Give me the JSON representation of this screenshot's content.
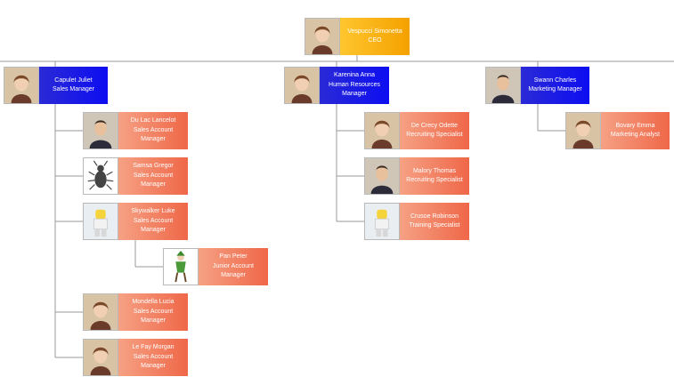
{
  "chart": {
    "nodes": [
      {
        "id": "ceo",
        "name": "Vespucci Simonetta",
        "title": "CEO",
        "role": "ceo",
        "icon": "woman-portrait-icon"
      },
      {
        "id": "capulet",
        "name": "Capulet Juliet",
        "title": "Sales Manager",
        "role": "manager",
        "icon": "woman-portrait-icon"
      },
      {
        "id": "karenina",
        "name": "Karenina Anna",
        "title": "Human Resources Manager",
        "role": "manager",
        "icon": "woman-portrait-icon"
      },
      {
        "id": "swann",
        "name": "Swann Charles",
        "title": "Marketing Manager",
        "role": "manager",
        "icon": "man-portrait-icon"
      },
      {
        "id": "dulac",
        "name": "Du Lac Lancelot",
        "title": "Sales Account Manager",
        "role": "staff",
        "icon": "man-portrait-icon"
      },
      {
        "id": "samsa",
        "name": "Samsa Gregor",
        "title": "Sales Account Manager",
        "role": "staff",
        "icon": "bug-icon"
      },
      {
        "id": "skywalker",
        "name": "Skywalker Luke",
        "title": "Sales Account Manager",
        "role": "staff",
        "icon": "toy-figure-icon"
      },
      {
        "id": "pan",
        "name": "Pan Peter",
        "title": "Junior Account Manager",
        "role": "staff",
        "icon": "boy-figure-icon"
      },
      {
        "id": "mondella",
        "name": "Mondella Lucia",
        "title": "Sales Account Manager",
        "role": "staff",
        "icon": "woman-portrait-icon"
      },
      {
        "id": "lefay",
        "name": "Le Fay Morgan",
        "title": "Sales Account Manager",
        "role": "staff",
        "icon": "woman-portrait-icon"
      },
      {
        "id": "decrecy",
        "name": "De Crecy Odette",
        "title": "Recruiting Specialist",
        "role": "staff",
        "icon": "woman-portrait-icon"
      },
      {
        "id": "malory",
        "name": "Malory Thomas",
        "title": "Recruiting Specialist",
        "role": "staff",
        "icon": "man-portrait-icon"
      },
      {
        "id": "crusoe",
        "name": "Crusoe Robinson",
        "title": "Training Specialist",
        "role": "staff",
        "icon": "toy-figure-icon"
      },
      {
        "id": "bovary",
        "name": "Bovary Emma",
        "title": "Marketing Analyst",
        "role": "staff",
        "icon": "woman-portrait-icon"
      }
    ],
    "colors": {
      "ceo": "#f6b21a",
      "manager": "#1a1ae6",
      "staff": "#f0795a",
      "connector": "#9a9a9a"
    }
  }
}
